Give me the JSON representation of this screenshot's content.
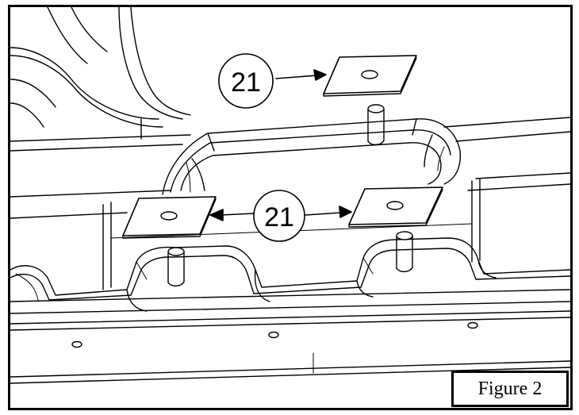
{
  "callouts": [
    {
      "label": "21"
    },
    {
      "label": "21"
    }
  ],
  "caption": "Figure 2"
}
